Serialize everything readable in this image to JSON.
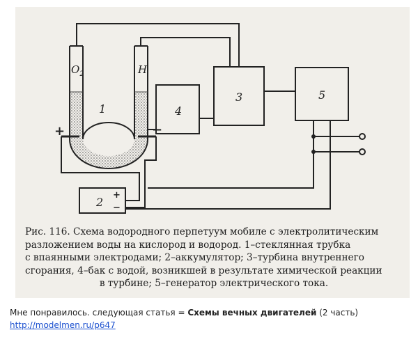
{
  "diagram": {
    "tube_labels": {
      "left": "O",
      "left_sub": "2",
      "right": "H"
    },
    "component_labels": {
      "tube": "1",
      "accumulator": "2",
      "turbine": "3",
      "tank": "4",
      "generator": "5"
    },
    "terminal_labels": {
      "tube_plus": "+",
      "tube_minus": "−",
      "accumulator_plus": "+",
      "accumulator_minus": "−"
    },
    "caption_lines": [
      "Рис. 116. Схема водородного перпетуум мобиле с электролитическим",
      "разложением воды на кислород и водород. 1–стеклянная трубка",
      "с впаянными электродами; 2–аккумулятор; 3–турбина внутреннего",
      "сгорания, 4–бак с водой, возникшей в результате химической реакции",
      "в турбине; 5–генератор электрического тока."
    ]
  },
  "footer": {
    "prefix": "Мне понравилось. следующая статья = ",
    "article_title": "Схемы вечных двигателей",
    "suffix": " (2 часть)",
    "link": "http://modelmen.ru/p647"
  },
  "colors": {
    "ink": "#222222",
    "paper": "#f1efea",
    "link": "#1a4fcf"
  }
}
